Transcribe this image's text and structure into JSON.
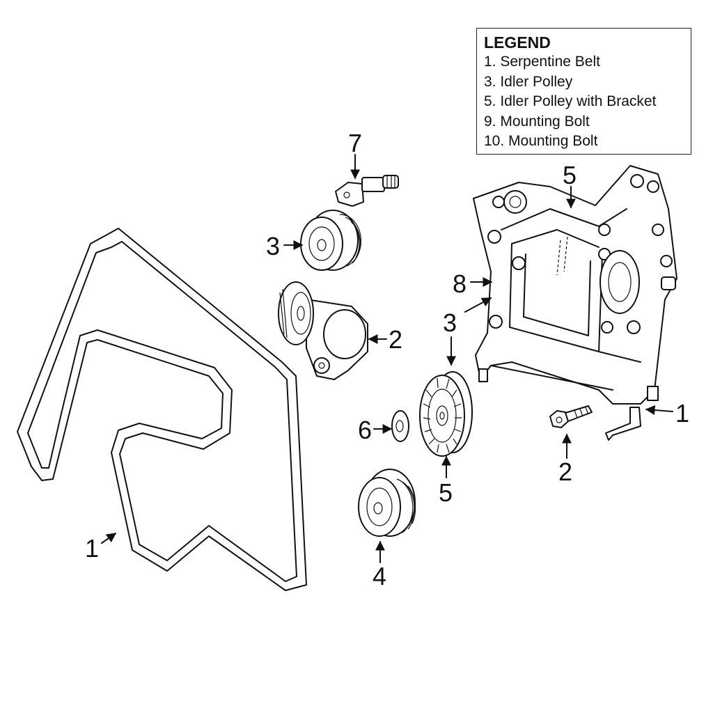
{
  "legend": {
    "title": "LEGEND",
    "items": [
      "1. Serpentine Belt",
      "3. Idler Polley",
      "5. Idler Polley with Bracket",
      "9. Mounting Bolt",
      "10. Mounting Bolt"
    ]
  },
  "callouts": {
    "belt": "1",
    "bracket_stud": "1",
    "tensioner": "2",
    "bracket_bolt": "2",
    "upper_idler": "3",
    "bracket_idler": "3",
    "lower_idler": "4",
    "bracket_top": "5",
    "grooved_pulley": "5",
    "washer": "6",
    "stud_bolt": "7",
    "bracket_side": "8"
  }
}
